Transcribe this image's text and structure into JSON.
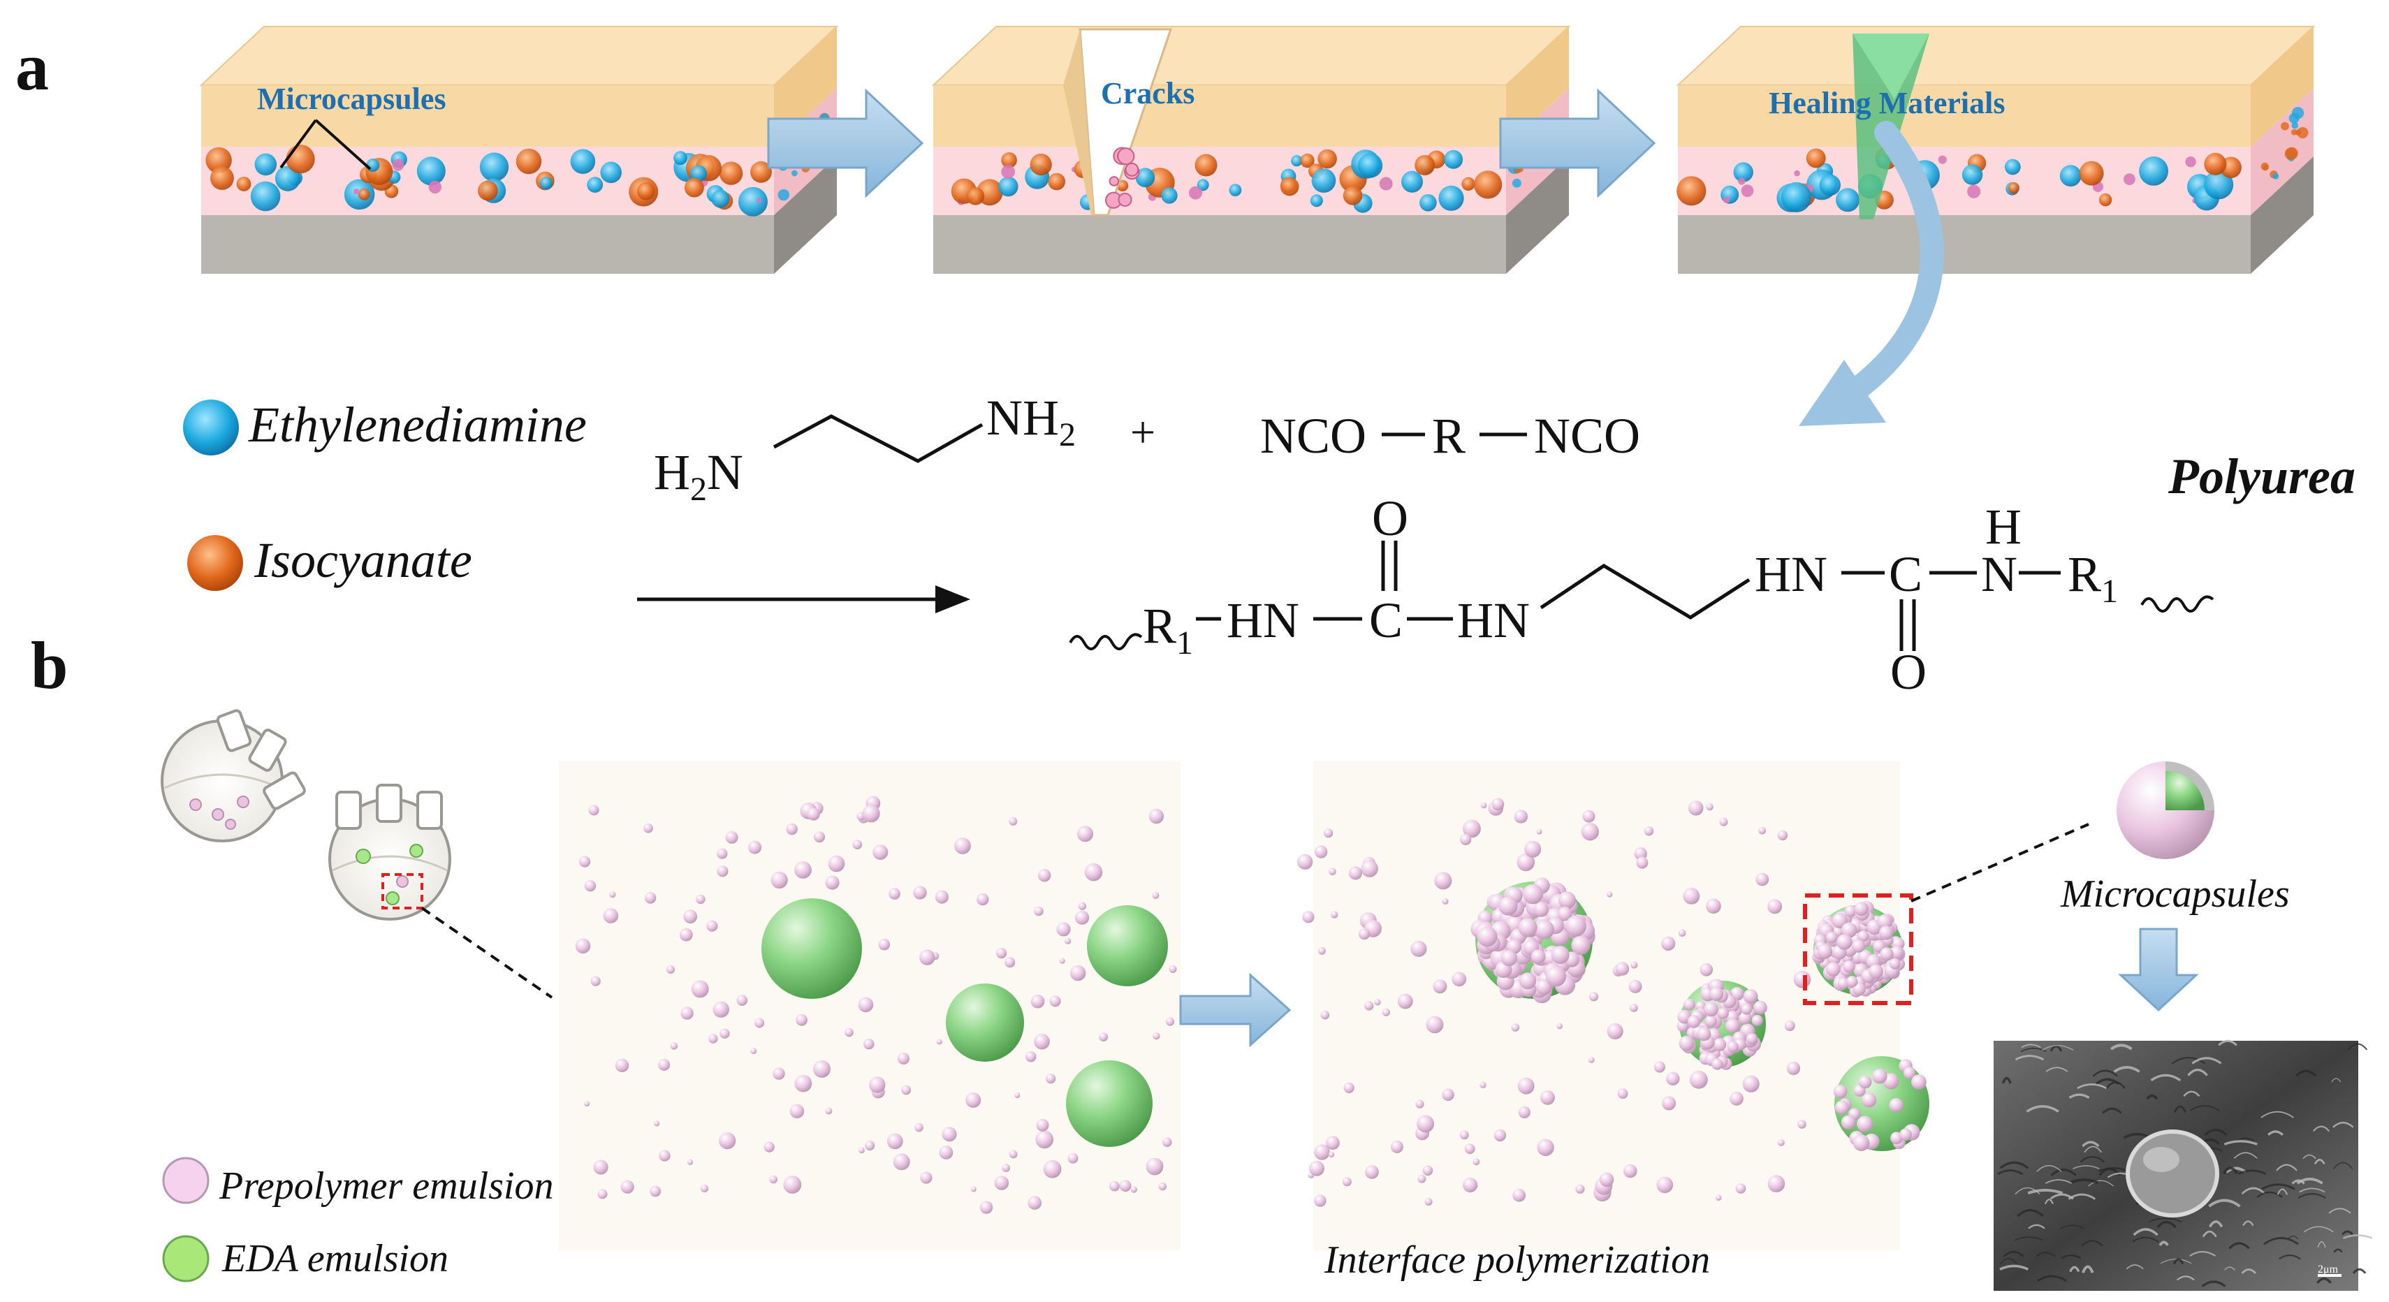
{
  "panel_labels": {
    "a": "a",
    "b": "b"
  },
  "panel_a": {
    "layer_labels": {
      "microcapsules": "Microcapsules",
      "cracks": "Cracks",
      "healing": "Healing Materials"
    },
    "legend": {
      "ethylenediamine": "Ethylenediamine",
      "isocyanate": "Isocyanate"
    },
    "reaction": {
      "h2n": "H",
      "h2n_sub": "2",
      "h2n_n": "N",
      "nh2": "NH",
      "nh2_sub": "2",
      "plus": "+",
      "nco_left": "NCO",
      "r": "R",
      "nco_right": "NCO",
      "product_name": "Polyurea",
      "o_top": "O",
      "o_bottom": "O",
      "h_top": "H",
      "r1_left": "R",
      "r1_left_sub": "1",
      "hn_1": "HN",
      "c_1": "C",
      "hn_2": "HN",
      "hn_3": "HN",
      "c_2": "C",
      "n_3": "N",
      "r1_right": "R",
      "r1_right_sub": "1"
    }
  },
  "panel_b": {
    "legend": {
      "prepolymer": "Prepolymer emulsion",
      "eda": "EDA emulsion"
    },
    "interface_label": "Interface polymerization",
    "microcapsules_label": "Microcapsules",
    "scale_label": "2μm"
  },
  "colors": {
    "top_layer": "#f8d8a4",
    "middle_layer": "#fbd9dc",
    "substrate": "#b9b5af",
    "arrow": "#9cc4e2",
    "label_blue": "#1d6fb0",
    "ethylenediamine": "#1ba8e0",
    "isocyanate": "#e0661a",
    "green_sphere": "#8ed68a",
    "pink_sphere": "#ecc4e0",
    "highlight_box": "#e02020"
  }
}
